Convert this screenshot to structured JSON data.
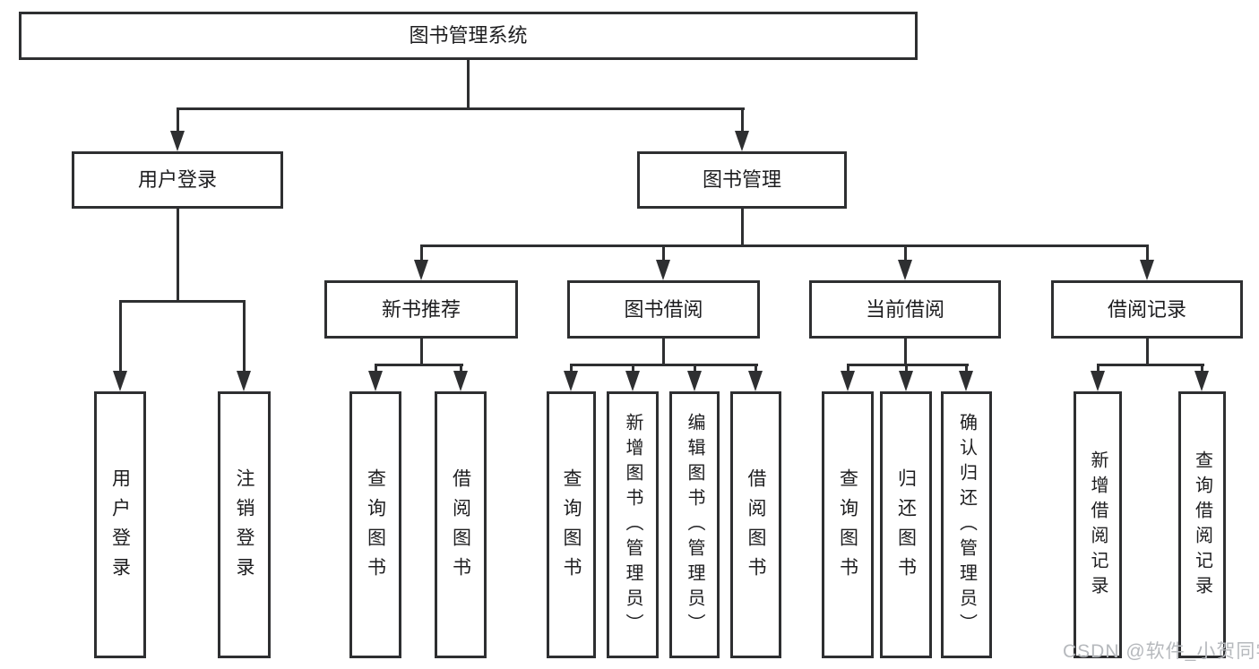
{
  "tree": {
    "root": {
      "label": "图书管理系统"
    },
    "branches": [
      {
        "label": "用户登录",
        "leaves": [
          {
            "label": "用户登录"
          },
          {
            "label": "注销登录"
          }
        ]
      },
      {
        "label": "图书管理",
        "groups": [
          {
            "label": "新书推荐",
            "leaves": [
              {
                "label": "查询图书"
              },
              {
                "label": "借阅图书"
              }
            ]
          },
          {
            "label": "图书借阅",
            "leaves": [
              {
                "label": "查询图书"
              },
              {
                "label": "新增图书（管理员）"
              },
              {
                "label": "编辑图书（管理员）"
              },
              {
                "label": "借阅图书"
              }
            ]
          },
          {
            "label": "当前借阅",
            "leaves": [
              {
                "label": "查询图书"
              },
              {
                "label": "归还图书"
              },
              {
                "label": "确认归还（管理员）"
              }
            ]
          },
          {
            "label": "借阅记录",
            "leaves": [
              {
                "label": "新增借阅记录"
              },
              {
                "label": "查询借阅记录"
              }
            ]
          }
        ]
      }
    ]
  },
  "watermark": {
    "text": "CSDN @软件_小贺同学"
  },
  "colors": {
    "line": "#2e2f31",
    "box_border": "#2e2f31",
    "text": "#1d1d1f",
    "watermark": "#b6b9bd",
    "background": "#ffffff"
  }
}
